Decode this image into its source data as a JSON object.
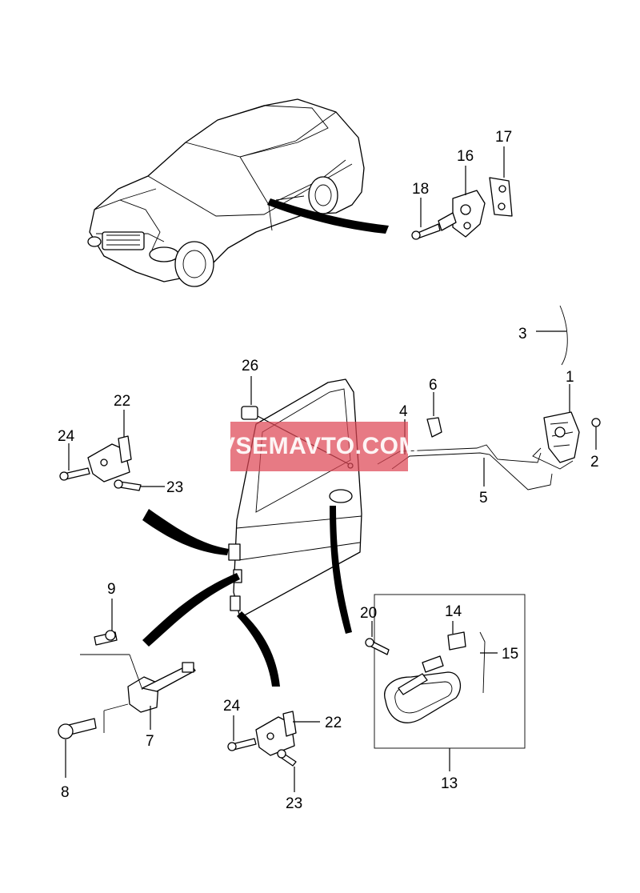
{
  "watermark": {
    "text": "VSEMAVTO.COM",
    "color": "#de4655"
  },
  "callouts": {
    "c1": "1",
    "c2": "2",
    "c3": "3",
    "c4": "4",
    "c5": "5",
    "c6": "6",
    "c7": "7",
    "c8": "8",
    "c9": "9",
    "c13": "13",
    "c14": "14",
    "c15": "15",
    "c16": "16",
    "c17": "17",
    "c18": "18",
    "c20": "20",
    "c22a": "22",
    "c22b": "22",
    "c23a": "23",
    "c23b": "23",
    "c24a": "24",
    "c24b": "24",
    "c26": "26"
  }
}
